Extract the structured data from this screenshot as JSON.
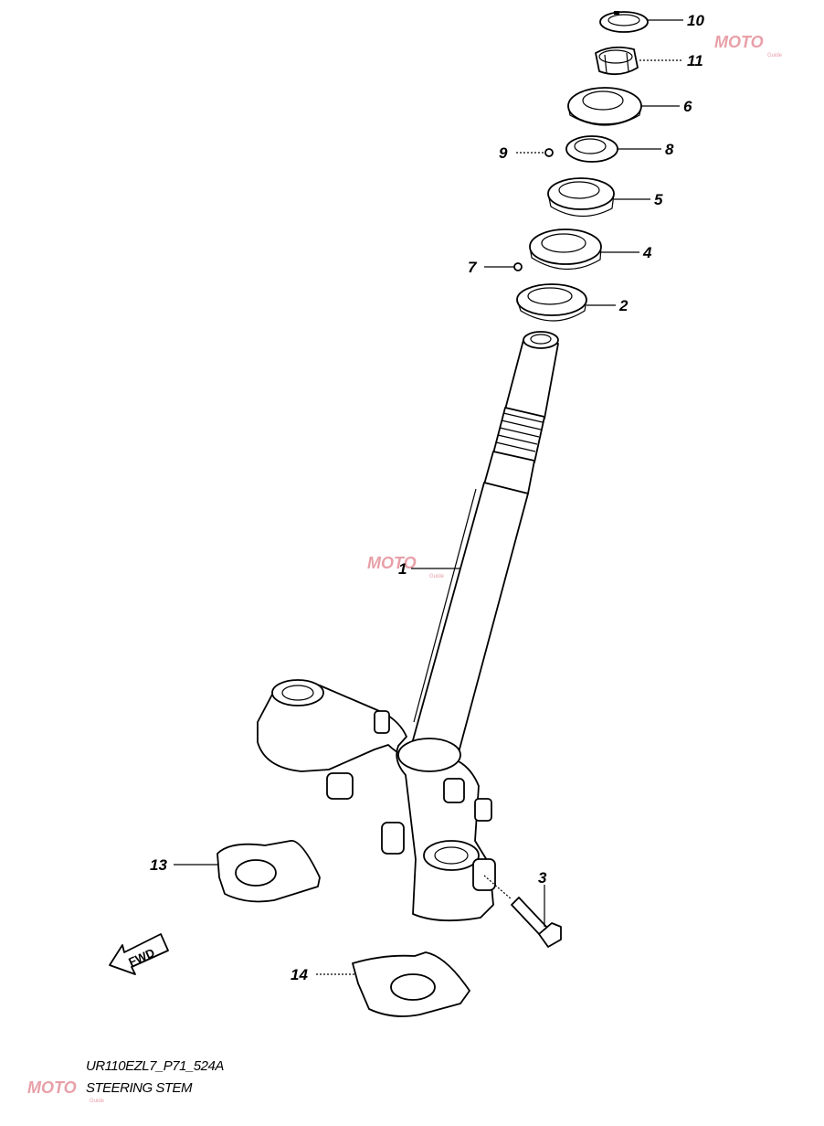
{
  "callouts": [
    {
      "id": "10",
      "label": "10"
    },
    {
      "id": "11",
      "label": "11"
    },
    {
      "id": "6",
      "label": "6"
    },
    {
      "id": "9",
      "label": "9"
    },
    {
      "id": "8",
      "label": "8"
    },
    {
      "id": "5",
      "label": "5"
    },
    {
      "id": "7",
      "label": "7"
    },
    {
      "id": "4",
      "label": "4"
    },
    {
      "id": "2",
      "label": "2"
    },
    {
      "id": "1",
      "label": "1"
    },
    {
      "id": "3",
      "label": "3"
    },
    {
      "id": "13",
      "label": "13"
    },
    {
      "id": "14",
      "label": "14"
    }
  ],
  "fwd_arrow": {
    "label": "FWD"
  },
  "watermark": {
    "brand": "MOTO",
    "sub": "Guide"
  },
  "caption": {
    "code": "UR110EZL7_P71_524A",
    "title": "STEERING STEM"
  }
}
